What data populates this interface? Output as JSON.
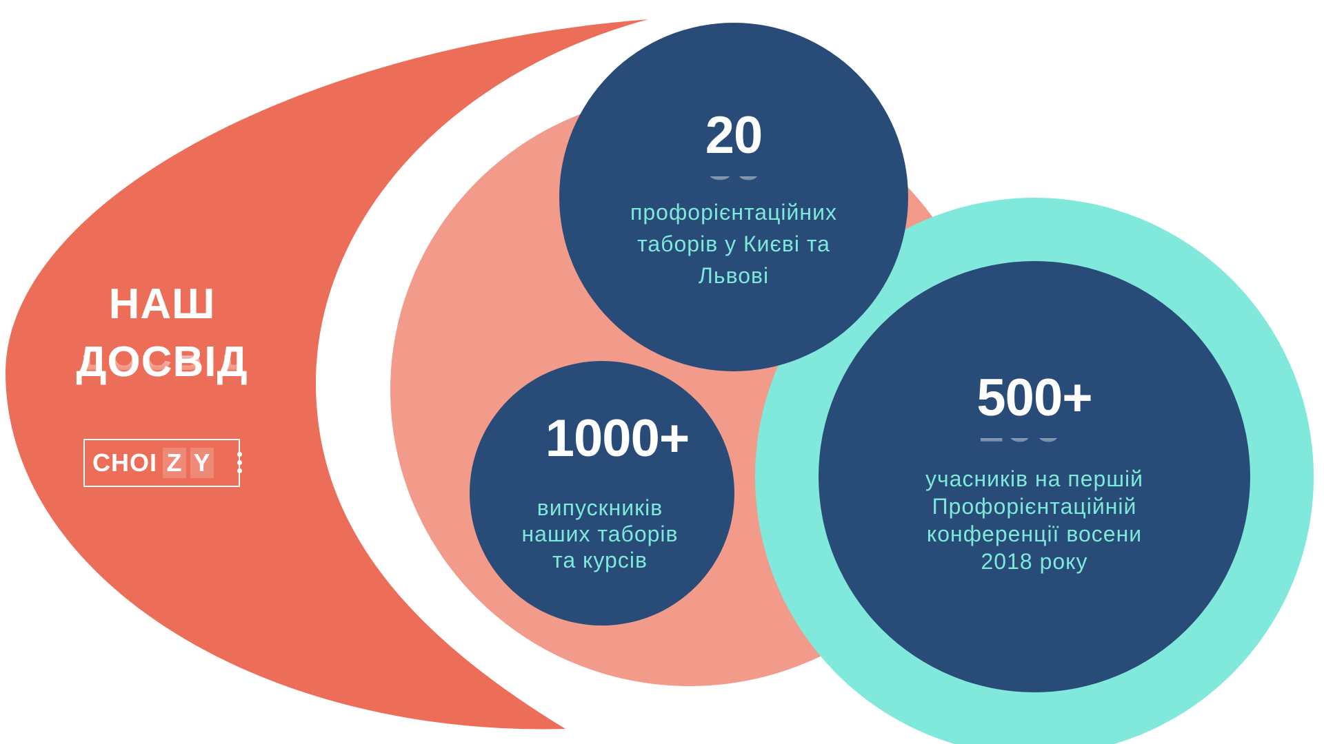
{
  "heading": {
    "line1": "НАШ",
    "line2": "ДОСВІД"
  },
  "logo": {
    "text_plain": "CHOI",
    "letter_z": "Z",
    "letter_y": "Y"
  },
  "stats": [
    {
      "number": "20",
      "caption_lines": [
        "профорієнтаційних",
        "таборів у Києві та",
        "Львові"
      ]
    },
    {
      "number": "1000+",
      "caption_lines": [
        "випускників",
        "наших таборів",
        "та курсів"
      ]
    },
    {
      "number": "500+",
      "caption_lines": [
        "учасників на першій",
        "Профорієнтаційній",
        "конференції восени",
        "2018 року"
      ]
    }
  ],
  "colors": {
    "crescent": "#ec6d58",
    "salmon_disc": "#f29b8b",
    "navy": "#284c77",
    "teal_ring": "#80e9db",
    "caption_text": "#7de9db",
    "white": "#ffffff"
  }
}
